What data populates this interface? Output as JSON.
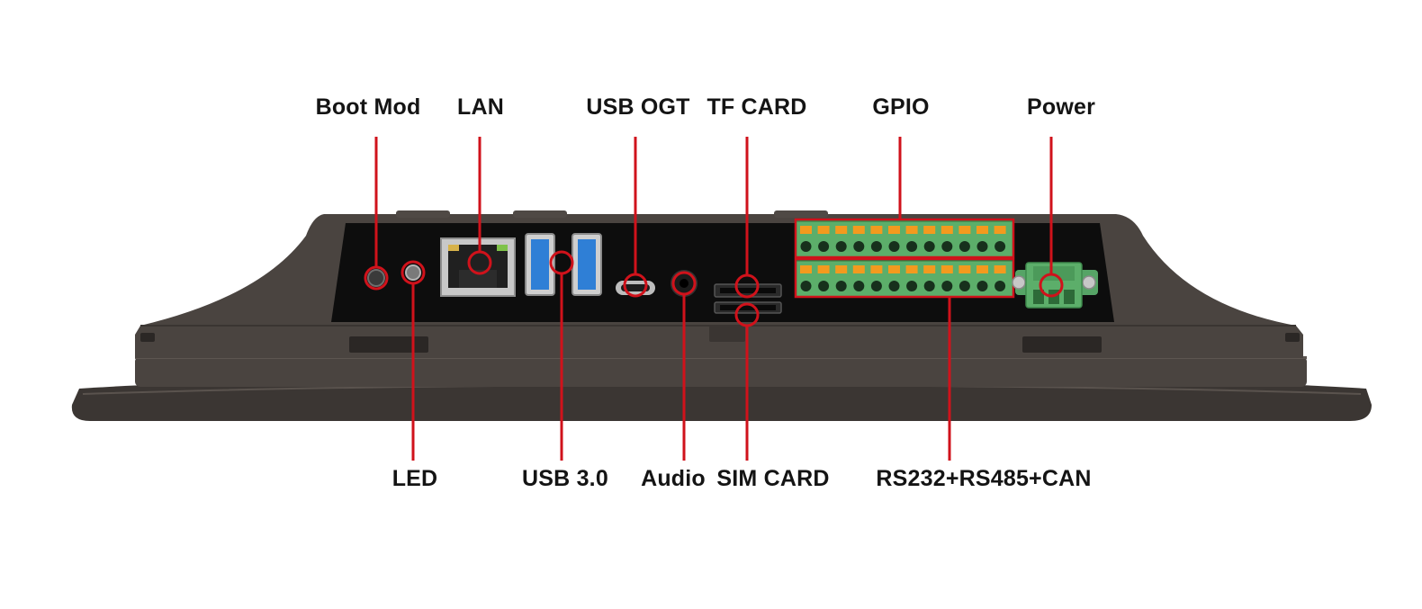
{
  "labels": {
    "boot_mod": "Boot Mod",
    "lan": "LAN",
    "usb_otg": "USB OGT",
    "tf_card": "TF CARD",
    "gpio": "GPIO",
    "power": "Power",
    "led": "LED",
    "usb3": "USB 3.0",
    "audio": "Audio",
    "sim_card": "SIM CARD",
    "serial": "RS232+RS485+CAN"
  },
  "colors": {
    "callout": "#d0121b",
    "housing": "#4a4440",
    "housing_dark": "#2e2a27",
    "panel": "#0d0d0d",
    "terminal_green": "#5cae6a",
    "terminal_orange": "#f39a1e",
    "usb_blue": "#2f7fd6",
    "label_text": "#141414"
  },
  "icons": [
    "rj45-port-icon",
    "usb3-port-icon",
    "usb-c-port-icon",
    "audio-jack-icon",
    "sd-slot-icon",
    "terminal-block-icon",
    "power-connector-icon"
  ]
}
